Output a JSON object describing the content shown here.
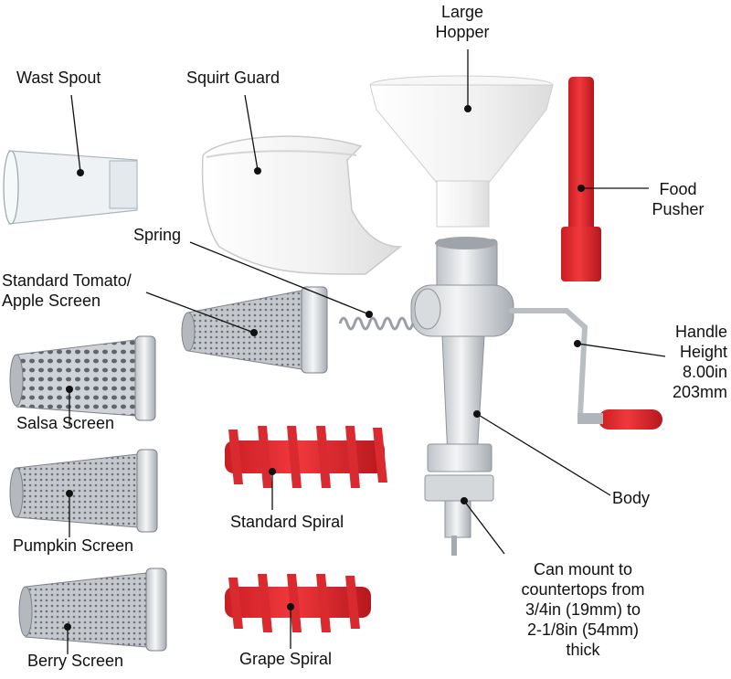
{
  "colors": {
    "background": "#ffffff",
    "plastic_red": "#e0262b",
    "plastic_white": "#f5f5f5",
    "clear_plastic": "#e9eef1",
    "metal": "#c9ccd0",
    "text": "#111111"
  },
  "labels": {
    "large_hopper": [
      "Large",
      "Hopper"
    ],
    "wast_spout": "Wast Spout",
    "squirt_guard": "Squirt Guard",
    "food_pusher": [
      "Food",
      "Pusher"
    ],
    "spring": "Spring",
    "standard_screen": [
      "Standard Tomato/",
      "Apple Screen"
    ],
    "handle_height": [
      "Handle",
      "Height",
      "8.00in",
      "203mm"
    ],
    "salsa_screen": "Salsa Screen",
    "body": "Body",
    "pumpkin_screen": "Pumpkin Screen",
    "standard_spiral": "Standard Spiral",
    "mount_note": [
      "Can mount to",
      "countertops from",
      "3/4in (19mm) to",
      "2-1/8in (54mm)",
      "thick"
    ],
    "berry_screen": "Berry Screen",
    "grape_spiral": "Grape Spiral"
  }
}
